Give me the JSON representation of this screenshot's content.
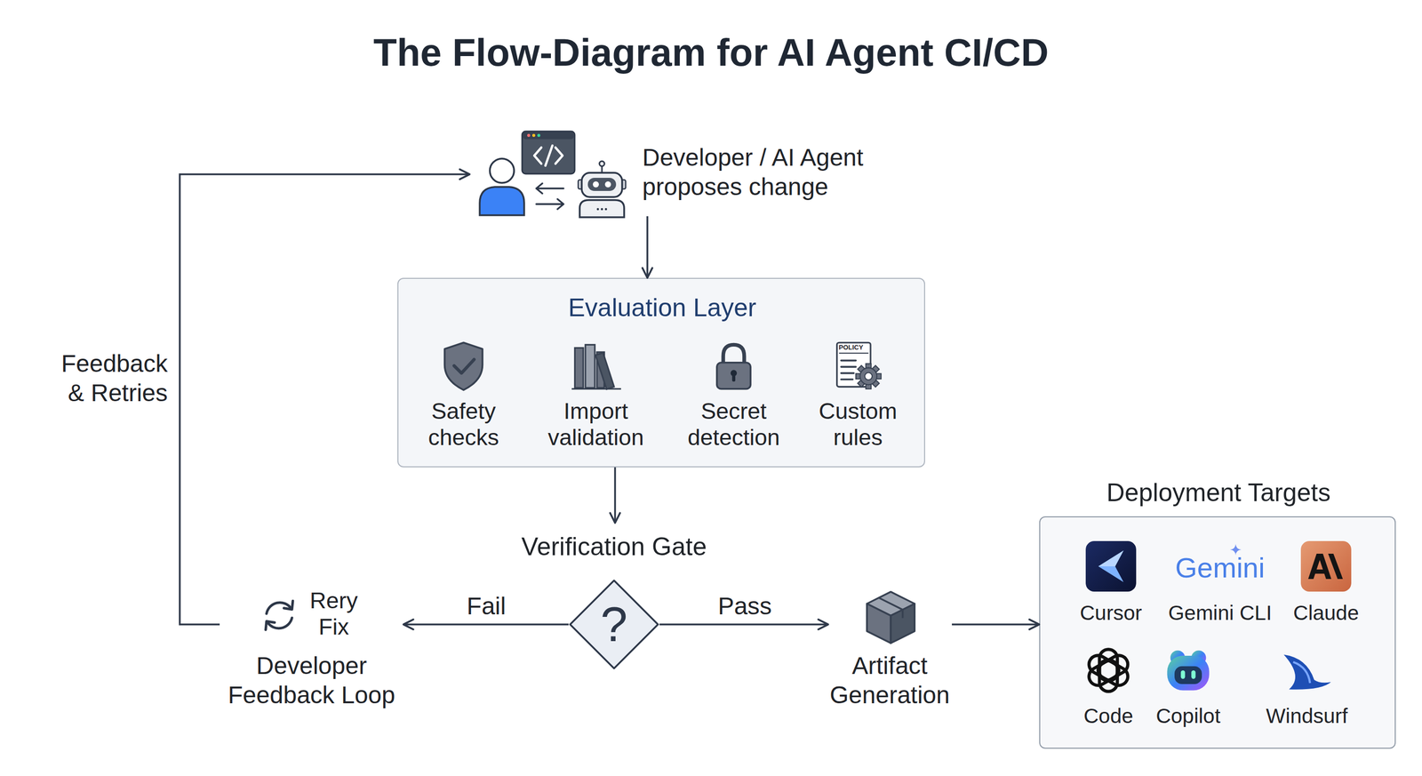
{
  "diagram": {
    "title": "The Flow-Diagram for AI Agent CI/CD",
    "nodes": [
      {
        "text": [
          "Developer / AI Agent proposes change"
        ]
      },
      {
        "text": [
          "Evaluation Layer"
        ]
      },
      {
        "text": [
          "Safety checks"
        ],
        "in": 1
      },
      {
        "text": [
          "Import validation"
        ],
        "in": 1
      },
      {
        "text": [
          "Secret detection"
        ],
        "in": 1
      },
      {
        "text": [
          "POLICY",
          "Custom rules"
        ],
        "in": 1
      },
      {
        "text": [
          "Verification Gate",
          "?"
        ]
      },
      {
        "text": [
          "Rery Fix",
          "Developer Feedback Loop"
        ]
      },
      {
        "text": [
          "Artifact Generation"
        ]
      },
      {
        "text": [
          "Deployment Targets"
        ]
      },
      {
        "text": [
          "Cursor"
        ],
        "in": 9
      },
      {
        "text": [
          "Gemini",
          "Gemini CLI"
        ],
        "in": 9
      },
      {
        "text": [
          "Claude"
        ],
        "in": 9
      },
      {
        "text": [
          "Code"
        ],
        "in": 9
      },
      {
        "text": [
          "Copilot"
        ],
        "in": 9
      },
      {
        "text": [
          "Windsurf"
        ],
        "in": 9
      }
    ],
    "edges": [
      {
        "from": 0,
        "to": 1,
        "arrow": "to"
      },
      {
        "from": 1,
        "to": 6,
        "arrow": "to"
      },
      {
        "from": 6,
        "to": 7,
        "label": "Fail",
        "arrow": "to"
      },
      {
        "from": 6,
        "to": 8,
        "label": "Pass",
        "arrow": "to"
      },
      {
        "from": 7,
        "to": 0,
        "label": "Feedback & Retries",
        "arrow": "to"
      },
      {
        "from": 8,
        "to": 9,
        "arrow": "to"
      }
    ]
  }
}
